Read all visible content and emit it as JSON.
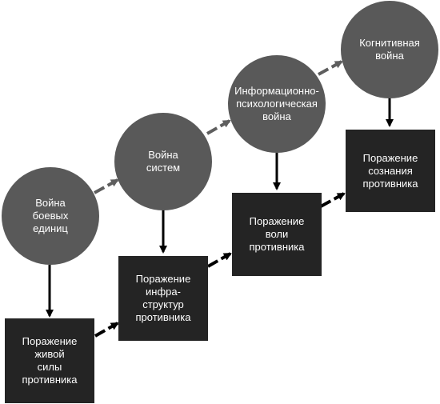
{
  "colors": {
    "circle_fill": "#595959",
    "box_fill": "#242424",
    "label_text": "#ffffff",
    "arrow_solid": "#000000",
    "arrow_dashed": "#5e5e5e"
  },
  "stages": [
    {
      "war": "Война\nбоевых\nединиц",
      "defeat": "Поражение\nживой\nсилы\nпротивника"
    },
    {
      "war": "Война\nсистем",
      "defeat": "Поражение\nинфра-\nструктур\nпротивника"
    },
    {
      "war": "Информационно-\nпсихологическая\nвойна",
      "defeat": "Поражение\nволи\nпротивника"
    },
    {
      "war": "Когнитивная\nвойна",
      "defeat": "Поражение\nсознания\nпротивника"
    }
  ]
}
